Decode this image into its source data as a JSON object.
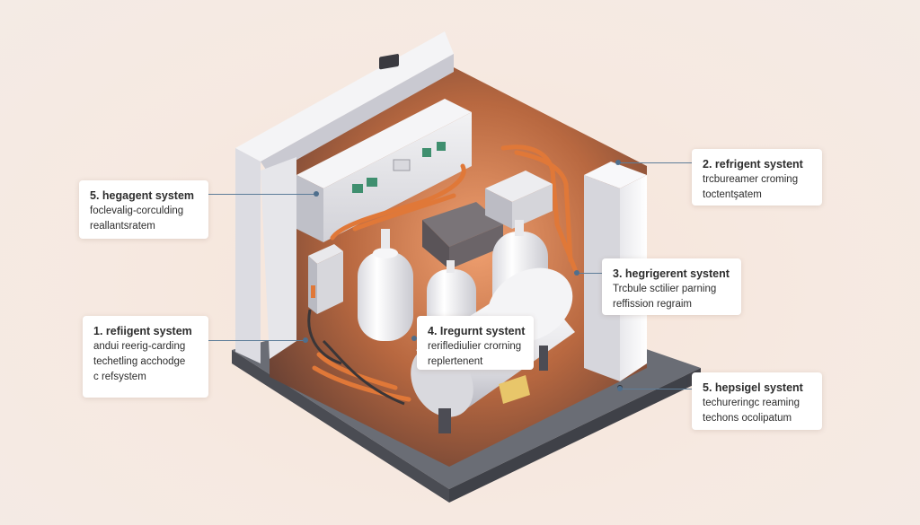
{
  "callouts": [
    {
      "id": "left-top",
      "title": "5. hegagent system",
      "lines": [
        "foclevalig-corculding",
        "reallantsratem"
      ]
    },
    {
      "id": "left-bottom",
      "title": "1. refiigent system",
      "lines": [
        "andui reerig-carding",
        "techetling acchodge",
        "c refsystem"
      ]
    },
    {
      "id": "center",
      "title": "4. Iregurnt systent",
      "lines": [
        "reriflediulier crorning",
        "replertenent"
      ]
    },
    {
      "id": "right-top",
      "title": "2. refrigent systent",
      "lines": [
        "trcbureamer croming",
        "toctentşatem"
      ]
    },
    {
      "id": "right-middle",
      "title": "3. hegrigerent systent",
      "lines": [
        "Trcbule sctilier parning",
        "reffission regraim"
      ]
    },
    {
      "id": "right-bottom",
      "title": "5. hepsigel systent",
      "lines": [
        "techureringc reaming",
        "techons ocolipatum"
      ]
    }
  ],
  "colors": {
    "background": "#f6e9e1",
    "leader": "#5d7d99",
    "pipe": "#e07838",
    "tank": "#f1f1f3",
    "floor": "#5c5f67"
  }
}
